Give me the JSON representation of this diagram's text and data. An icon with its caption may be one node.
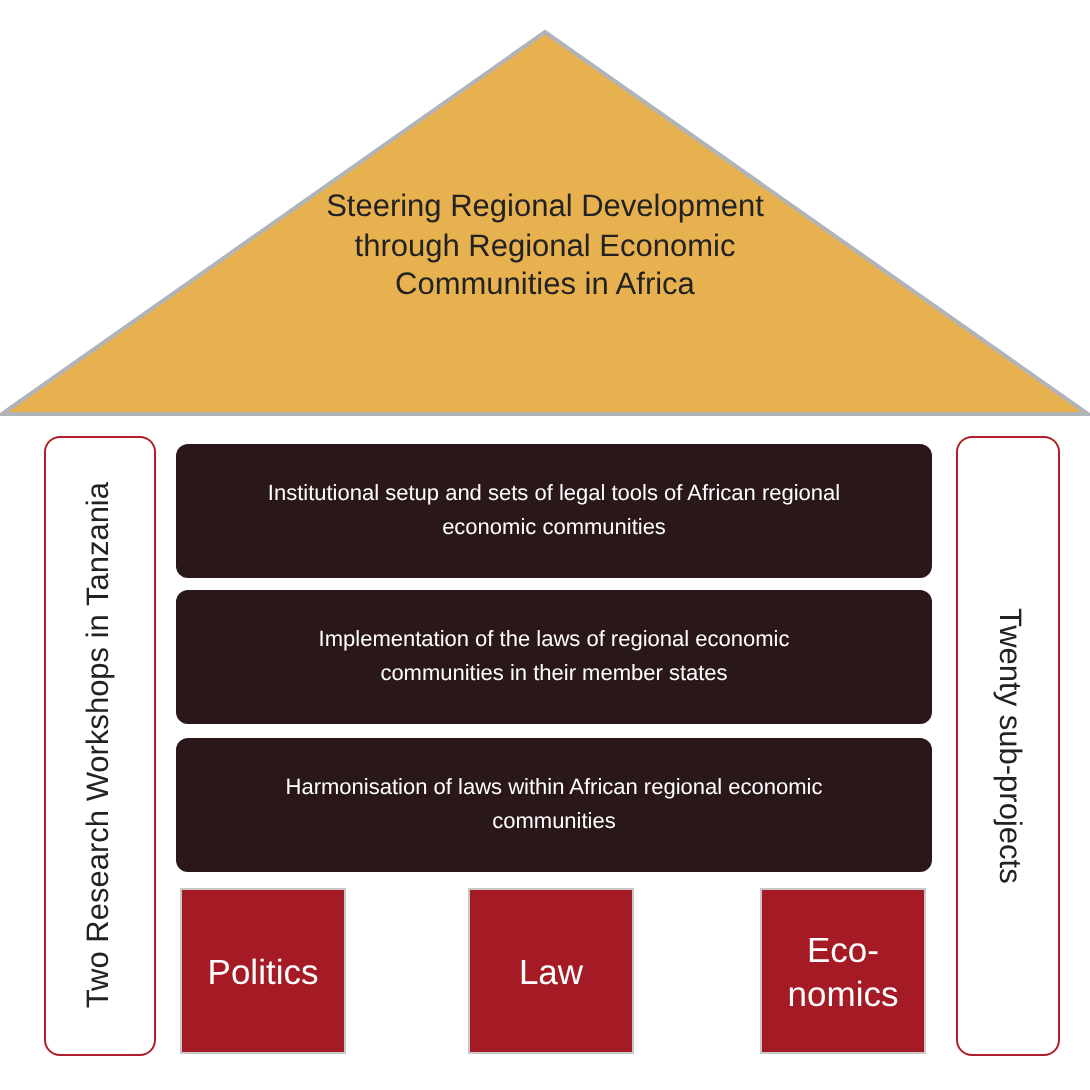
{
  "diagram": {
    "nodes": [
      {
        "text": [
          "Steering Regional Development through Regional Economic Communities in Africa"
        ]
      },
      {
        "text": [
          "Two Research Workshops in Tanzania"
        ]
      },
      {
        "text": [
          "Institutional setup and sets of legal tools of African regional economic communities"
        ]
      },
      {
        "text": [
          "Implementation of the laws of regional economic communities in their member  states"
        ]
      },
      {
        "text": [
          "Harmonisation of laws within African regional economic communities"
        ]
      },
      {
        "text": [
          "Twenty sub-projects"
        ]
      },
      {
        "text": [
          "Politics"
        ]
      },
      {
        "text": [
          "Law"
        ]
      },
      {
        "text": [
          "Eco- nomics"
        ]
      }
    ]
  }
}
